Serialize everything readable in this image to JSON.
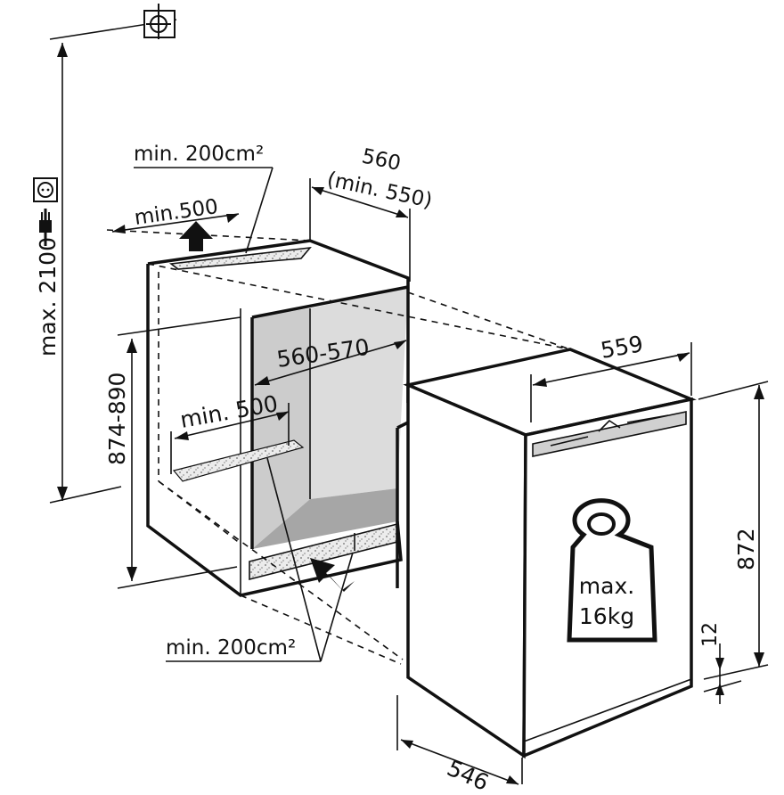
{
  "labels": {
    "top_vent": "min. 200cm²",
    "niche_depth_top": "min.500",
    "niche_width_560": "560",
    "niche_width_min": "(min. 550)",
    "max_height": "max. 2100",
    "niche_height": "874-890",
    "niche_inner_width": "560-570",
    "niche_depth_bottom": "min. 500",
    "bottom_vent": "min. 200cm²",
    "appliance_width": "559",
    "appliance_height": "872",
    "plinth_gap": "12",
    "appliance_depth": "546",
    "weight_max": "max.",
    "weight_value": "16kg"
  },
  "icons": {
    "socket": "socket-icon",
    "plug": "plug-icon",
    "position": "crosshair-position-icon",
    "weight": "weight-icon",
    "arrow": "airflow-arrow-icon"
  },
  "colors": {
    "line": "#111111",
    "niche_back": "#c8c8c8",
    "niche_floor": "#a9a9a9",
    "vent_fill": "#e4e4e4",
    "handle_fill": "#cfcfcf"
  }
}
